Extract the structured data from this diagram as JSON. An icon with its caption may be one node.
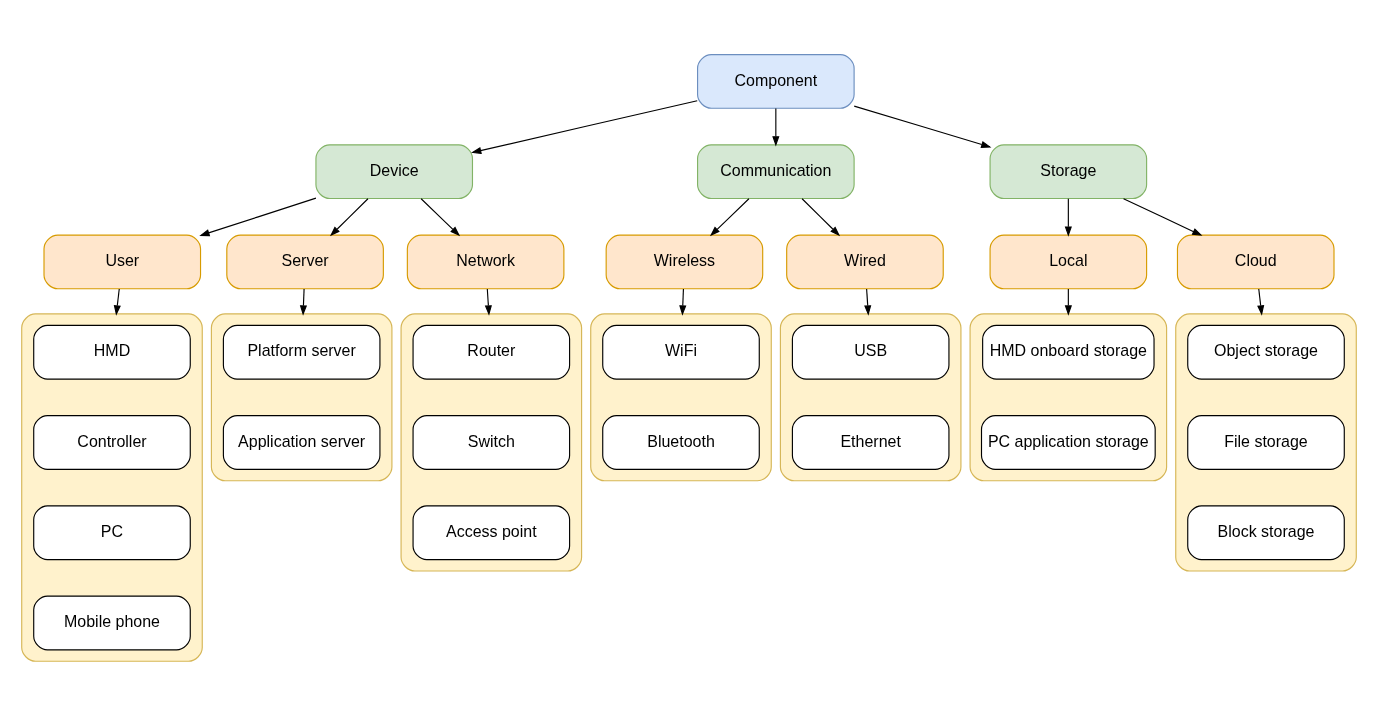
{
  "diagram": {
    "nodes": [
      {
        "text": [
          "Component"
        ]
      },
      {
        "text": [
          "Device"
        ]
      },
      {
        "text": [
          "Communication"
        ]
      },
      {
        "text": [
          "Storage"
        ]
      },
      {
        "text": [
          "User"
        ]
      },
      {
        "text": [
          "Server"
        ]
      },
      {
        "text": [
          "Network"
        ]
      },
      {
        "text": [
          "Wireless"
        ]
      },
      {
        "text": [
          "Wired"
        ]
      },
      {
        "text": [
          "Local"
        ]
      },
      {
        "text": [
          "Cloud"
        ]
      },
      {
        "text": [],
        "shape": "box"
      },
      {
        "text": [
          "HMD"
        ],
        "in": 11
      },
      {
        "text": [
          "Controller"
        ],
        "in": 11
      },
      {
        "text": [
          "PC"
        ],
        "in": 11
      },
      {
        "text": [
          "Mobile phone"
        ],
        "in": 11
      },
      {
        "text": [],
        "shape": "box"
      },
      {
        "text": [
          "Platform server"
        ],
        "in": 16
      },
      {
        "text": [
          "Application server"
        ],
        "in": 16
      },
      {
        "text": [],
        "shape": "box"
      },
      {
        "text": [
          "Router"
        ],
        "in": 19
      },
      {
        "text": [
          "Switch"
        ],
        "in": 19
      },
      {
        "text": [
          "Access point"
        ],
        "in": 19
      },
      {
        "text": [],
        "shape": "box"
      },
      {
        "text": [
          "WiFi"
        ],
        "in": 23
      },
      {
        "text": [
          "Bluetooth"
        ],
        "in": 23
      },
      {
        "text": [],
        "shape": "box"
      },
      {
        "text": [
          "USB"
        ],
        "in": 26
      },
      {
        "text": [
          "Ethernet"
        ],
        "in": 26
      },
      {
        "text": [],
        "shape": "box"
      },
      {
        "text": [
          "HMD onboard storage"
        ],
        "in": 29
      },
      {
        "text": [
          "PC application storage"
        ],
        "in": 29
      },
      {
        "text": [],
        "shape": "box"
      },
      {
        "text": [
          "Object storage"
        ],
        "in": 32
      },
      {
        "text": [
          "File storage"
        ],
        "in": 32
      },
      {
        "text": [
          "Block storage"
        ],
        "in": 32
      }
    ],
    "edges": [
      {
        "from": 0,
        "to": 1,
        "arrow": "to"
      },
      {
        "from": 0,
        "to": 2,
        "arrow": "to"
      },
      {
        "from": 0,
        "to": 3,
        "arrow": "to"
      },
      {
        "from": 1,
        "to": 4,
        "arrow": "to"
      },
      {
        "from": 1,
        "to": 5,
        "arrow": "to"
      },
      {
        "from": 1,
        "to": 6,
        "arrow": "to"
      },
      {
        "from": 2,
        "to": 7,
        "arrow": "to"
      },
      {
        "from": 2,
        "to": 8,
        "arrow": "to"
      },
      {
        "from": 3,
        "to": 9,
        "arrow": "to"
      },
      {
        "from": 3,
        "to": 10,
        "arrow": "to"
      },
      {
        "from": 4,
        "to": 11,
        "arrow": "to"
      },
      {
        "from": 5,
        "to": 16,
        "arrow": "to"
      },
      {
        "from": 6,
        "to": 19,
        "arrow": "to"
      },
      {
        "from": 7,
        "to": 23,
        "arrow": "to"
      },
      {
        "from": 8,
        "to": 26,
        "arrow": "to"
      },
      {
        "from": 9,
        "to": 29,
        "arrow": "to"
      },
      {
        "from": 10,
        "to": 32,
        "arrow": "to"
      }
    ]
  }
}
